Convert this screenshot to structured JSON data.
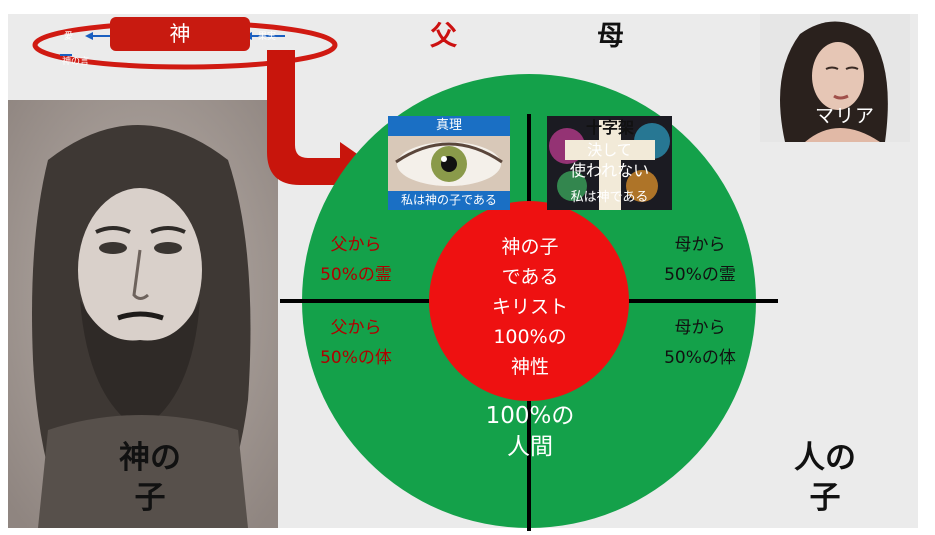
{
  "header": {
    "father": "父",
    "mother": "母"
  },
  "oval": {
    "god": "神",
    "love": "愛",
    "fruit": "果実",
    "word": "神の言"
  },
  "maria": {
    "label": "マリア"
  },
  "truth_image": {
    "header": "真理",
    "footer": "私は神の子である"
  },
  "cross_image": {
    "header": "十字架",
    "line1": "決して",
    "line2": "使われない",
    "line3": "私は神である"
  },
  "quadrants": {
    "top_left": {
      "line1": "父から",
      "line2": "50%の霊"
    },
    "top_right": {
      "line1": "母から",
      "line2": "50%の霊"
    },
    "bottom_left": {
      "line1": "父から",
      "line2": "50%の体"
    },
    "bottom_right": {
      "line1": "母から",
      "line2": "50%の体"
    }
  },
  "center": {
    "line1": "神の子",
    "line2": "である",
    "line3": "キリスト",
    "line4": "100%の",
    "line5": "神性"
  },
  "human": {
    "line1": "100%の",
    "line2": "人間"
  },
  "son_of_god": {
    "line1": "神の",
    "line2": "子"
  },
  "son_of_man": {
    "line1": "人の",
    "line2": "子"
  },
  "colors": {
    "circle_green": "#14a14a",
    "center_red": "#ee1111",
    "arrow_red": "#c8150c",
    "band_gray": "#ebebeb"
  }
}
